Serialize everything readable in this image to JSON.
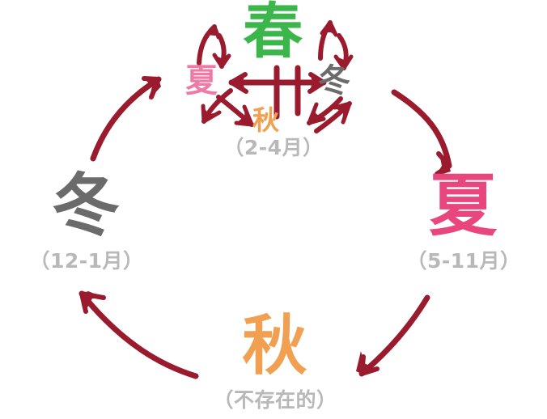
{
  "diagram": {
    "type": "cycle",
    "background_color": "#ffffff",
    "arrow_color": "#9b1b2e",
    "caption_color": "#b8b8b8"
  },
  "nodes": {
    "spring": {
      "glyph": "春",
      "caption": "（2-4月）",
      "color": "#3cb54a",
      "position": "top"
    },
    "summer": {
      "glyph": "夏",
      "caption": "（5-11月）",
      "color": "#e8467c",
      "position": "right"
    },
    "autumn": {
      "glyph": "秋",
      "caption": "（不存在的）",
      "color": "#f0a050",
      "position": "bottom"
    },
    "winter": {
      "glyph": "冬",
      "caption": "（12-1月）",
      "color": "#6b6b6b",
      "position": "left"
    }
  },
  "inner_cluster": {
    "summer_mini": {
      "glyph": "夏",
      "color": "#ef7aa6"
    },
    "winter_mini": {
      "glyph": "冬",
      "color": "#6b6b6b"
    },
    "autumn_mini": {
      "glyph": "秋",
      "color": "#f0a050"
    }
  },
  "arrows": {
    "outer": [
      {
        "name": "spring-to-summer",
        "from": "spring",
        "to": "summer"
      },
      {
        "name": "summer-to-autumn",
        "from": "summer",
        "to": "autumn"
      },
      {
        "name": "autumn-to-winter",
        "from": "autumn",
        "to": "winter"
      },
      {
        "name": "winter-to-spring",
        "from": "winter",
        "to": "spring"
      }
    ],
    "inner_count": 8
  }
}
